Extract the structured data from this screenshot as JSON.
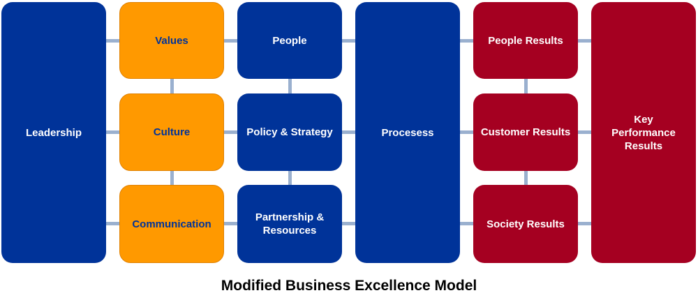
{
  "diagram": {
    "title": "Modified Business Excellence Model",
    "colors": {
      "enabler_blue": "#003399",
      "culture_orange": "#FF9900",
      "results_red": "#A50021",
      "connector": "#9AB0CF"
    },
    "boxes": {
      "leadership": "Leadership",
      "values": "Values",
      "culture": "Culture",
      "communication": "Communication",
      "people": "People",
      "policy_strategy": "Policy & Strategy",
      "partnership_resources": "Partnership & Resources",
      "processes": "Procesess",
      "people_results": "People Results",
      "customer_results": "Customer Results",
      "society_results": "Society Results",
      "key_performance_results": "Key Performance Results"
    }
  }
}
